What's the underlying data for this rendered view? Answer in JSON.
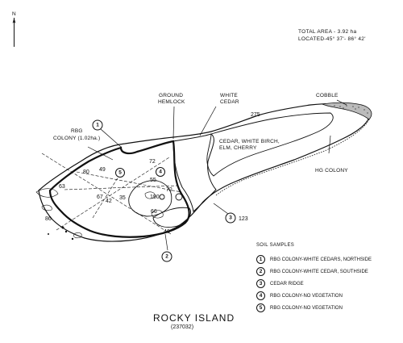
{
  "north_label": "N",
  "info": {
    "total_area": "TOTAL AREA - 3.92 ha",
    "located": "LOCATED-45° 37'- 86° 42'"
  },
  "labels": {
    "rbg_colony_line1": "RBG",
    "rbg_colony_line2": "COLONY (1.02ha.)",
    "ground_line1": "GROUND",
    "ground_line2": "HEMLOCK",
    "white_line1": "WHITE",
    "white_line2": "CEDAR",
    "cobble": "COBBLE",
    "veg_line1": "CEDAR, WHITE BIRCH,",
    "veg_line2": "ELM, CHERRY",
    "hg_colony": "HG COLONY"
  },
  "numbers": [
    "275",
    "123",
    "80",
    "49",
    "72",
    "63",
    "55",
    "72",
    "67",
    "42",
    "35",
    "190",
    "86",
    "66",
    "46"
  ],
  "sample_markers": [
    "1",
    "2",
    "3",
    "4",
    "5"
  ],
  "legend": {
    "heading": "SOIL SAMPLES",
    "items": [
      {
        "num": "1",
        "text": "RBG COLONY-WHITE CEDARS, NORTHSIDE"
      },
      {
        "num": "2",
        "text": "RBG COLONY-WHITE CEDAR, SOUTHSIDE"
      },
      {
        "num": "3",
        "text": "CEDAR RIDGE"
      },
      {
        "num": "4",
        "text": "RBG COLONY-NO VEGETATION"
      },
      {
        "num": "5",
        "text": "RBG COLONY-NO VEGETATION"
      }
    ]
  },
  "title": "ROCKY ISLAND",
  "subtitle": "(237032)"
}
